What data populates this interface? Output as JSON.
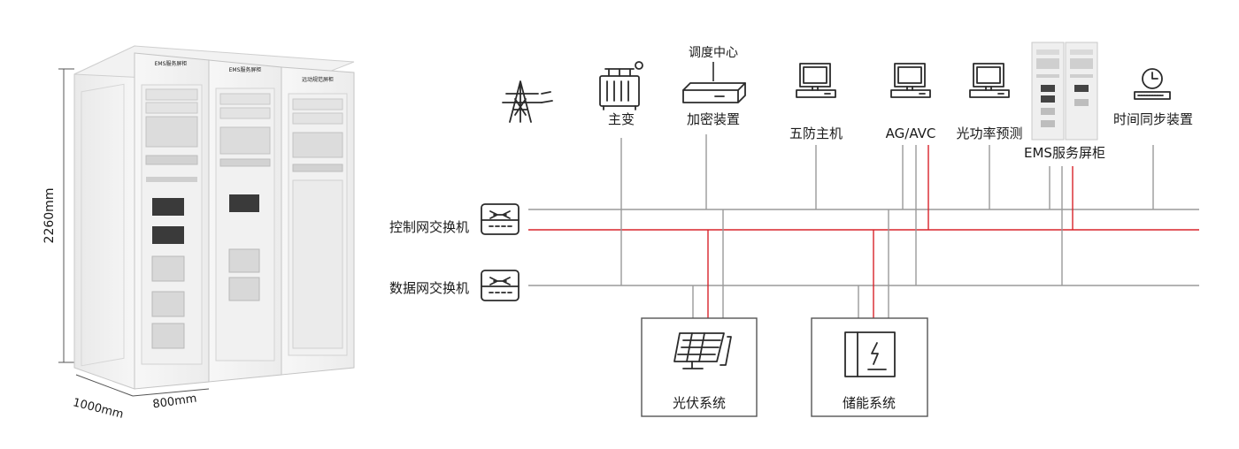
{
  "cabinet": {
    "height": "2260mm",
    "depth": "1000mm",
    "width": "800mm",
    "panel_titles": [
      "EMS服务屏柜",
      "EMS服务屏柜",
      "远动规范屏柜"
    ]
  },
  "devices": {
    "transformer": "主变",
    "dispatch_center": "调度中心",
    "encryption": "加密装置",
    "five_prevention": "五防主机",
    "agc_avc": "AG/AVC",
    "power_forecast": "光功率预测",
    "ems_cabinet": "EMS服务屏柜",
    "time_sync": "时间同步装置"
  },
  "switches": {
    "control": "控制网交换机",
    "data": "数据网交换机"
  },
  "systems": {
    "pv": "光伏系统",
    "storage": "储能系统"
  },
  "colors": {
    "network_line": "#9a9a9a",
    "accent_line": "#d8232a",
    "icon": "#2b2b2b"
  }
}
